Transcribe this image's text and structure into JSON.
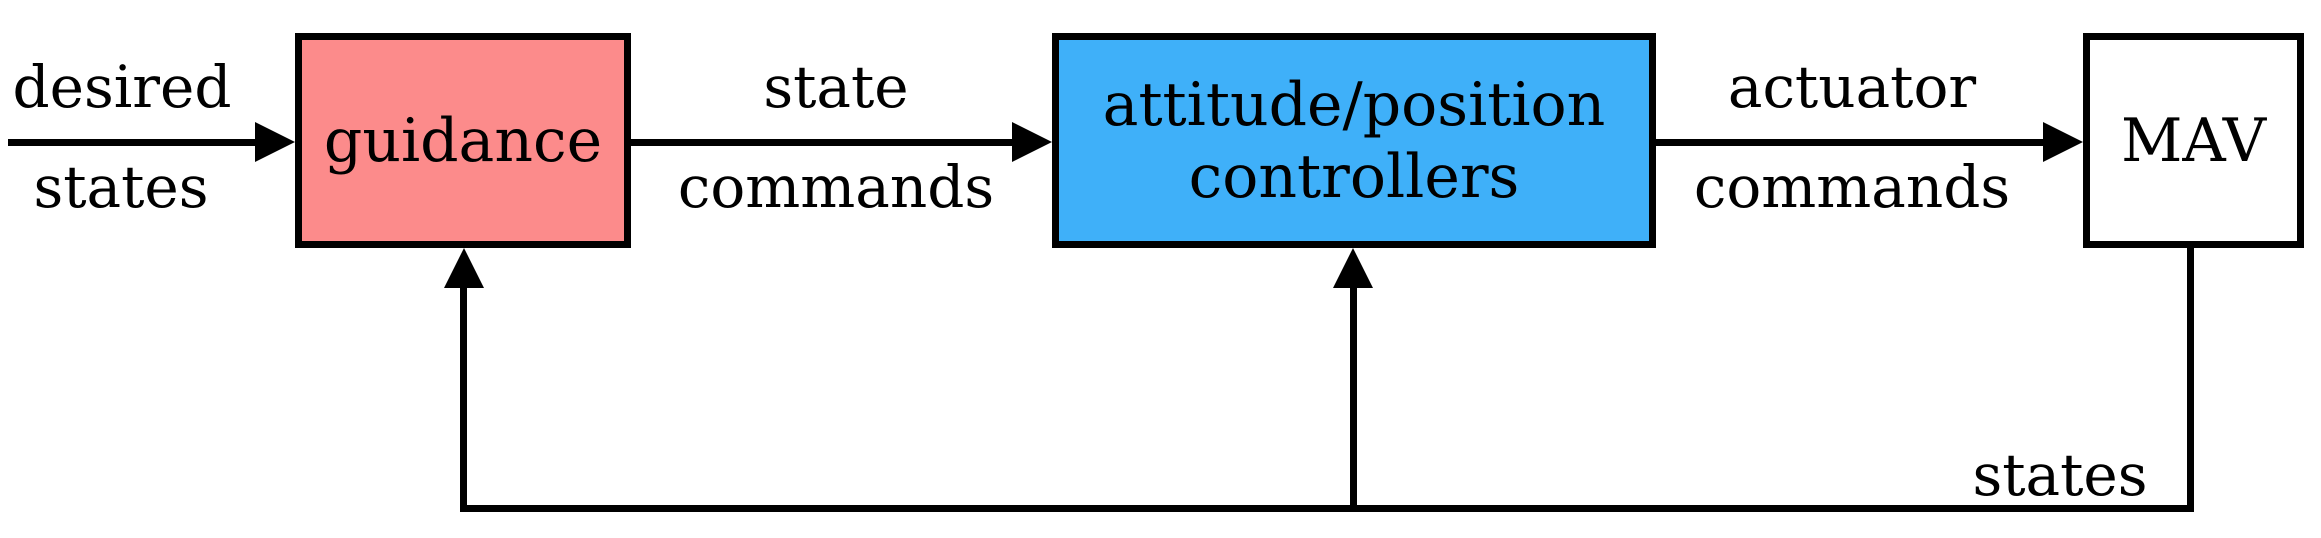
{
  "diagram": {
    "colors": {
      "background": "#FFFFFF",
      "line": "#000000",
      "guidance_fill": "#FC8B8B",
      "controllers_fill": "#3FB0F9",
      "mav_fill": "#FFFFFF"
    },
    "blocks": {
      "guidance": {
        "label": "guidance"
      },
      "controllers": {
        "line1": "attitude/position",
        "line2": "controllers"
      },
      "mav": {
        "label": "MAV"
      }
    },
    "signals": {
      "input": {
        "line1": "desired",
        "line2": "states"
      },
      "state_commands": {
        "line1": "state",
        "line2": "commands"
      },
      "actuator_commands": {
        "line1": "actuator",
        "line2": "commands"
      },
      "feedback": {
        "label": "states"
      }
    }
  }
}
